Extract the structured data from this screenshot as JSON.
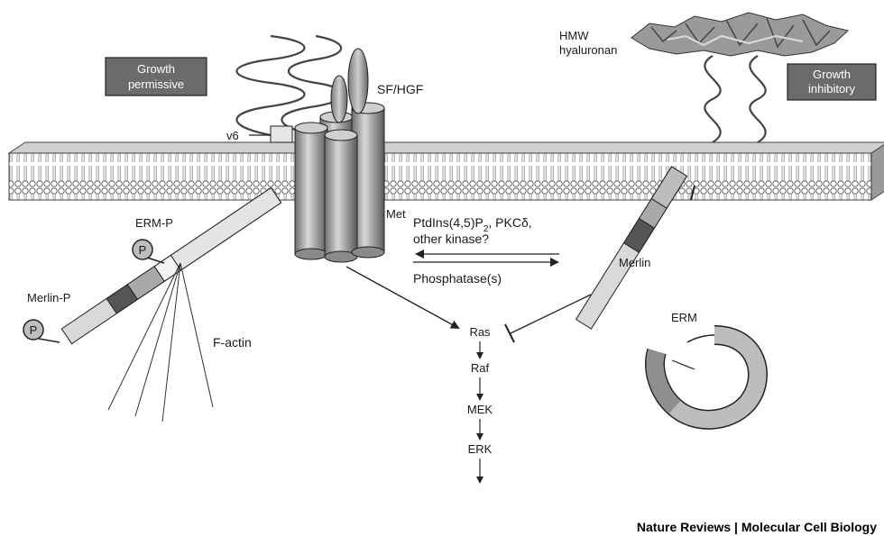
{
  "labels": {
    "growth_permissive_line1": "Growth",
    "growth_permissive_line2": "permissive",
    "growth_inhibitory_line1": "Growth",
    "growth_inhibitory_line2": "inhibitory",
    "sf_hgf": "SF/HGF",
    "v6": "v6",
    "hmw_line1": "HMW",
    "hmw_line2": "hyaluronan",
    "met": "Met",
    "erm_p": "ERM-P",
    "merlin_p": "Merlin-P",
    "phospho_symbol": "P",
    "f_actin": "F-actin",
    "kinase_line1_a": "PtdIns(4,5)P",
    "kinase_line1_sub": "2",
    "kinase_line1_b": ", PKCδ,",
    "kinase_line2": "other kinase?",
    "phosphatase": "Phosphatase(s)",
    "merlin": "Merlin",
    "erm": "ERM",
    "ras": "Ras",
    "raf": "Raf",
    "mek": "MEK",
    "erk": "ERK"
  },
  "credit": "Nature Reviews | Molecular Cell Biology",
  "colors": {
    "label_box": "#6b6b6b",
    "protein_light": "#d9d9d9",
    "protein_mid": "#a9a9a9",
    "protein_dark": "#555555",
    "line": "#222222"
  }
}
